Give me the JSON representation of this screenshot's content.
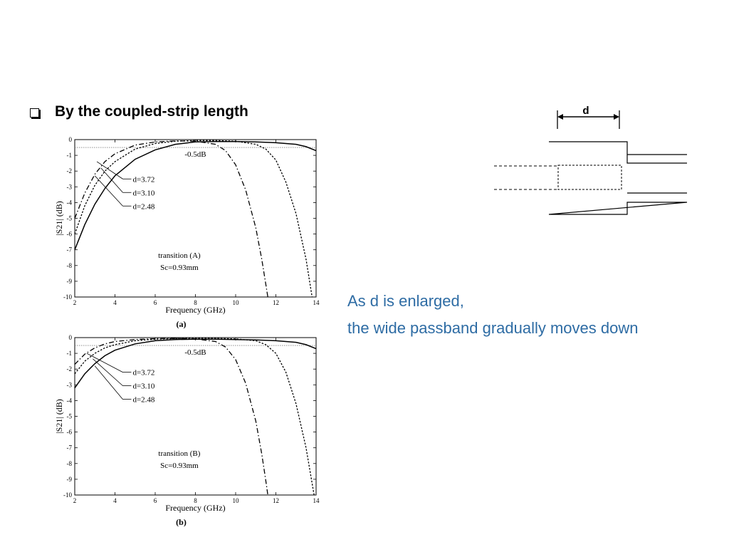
{
  "slide": {
    "bullet": "By the coupled-strip length",
    "note_line1": "As d is enlarged,",
    "note_line2": "the wide passband gradually moves down"
  },
  "schematic": {
    "dimension_label": "d"
  },
  "colors": {
    "note": "#2E6CA4",
    "axis": "#000000",
    "reference_line": "#808080"
  },
  "chart_data": [
    {
      "type": "line",
      "panel_label": "(a)",
      "xlabel": "Frequency (GHz)",
      "ylabel": "|S21| (dB)",
      "xlim": [
        2,
        14
      ],
      "ylim": [
        -10,
        0
      ],
      "xticks": [
        2,
        4,
        6,
        8,
        10,
        12,
        14
      ],
      "yticks": [
        0,
        -1,
        -2,
        -3,
        -4,
        -5,
        -6,
        -7,
        -8,
        -9,
        -10
      ],
      "reference_line": {
        "y": -0.5,
        "label": "-0.5dB"
      },
      "annotation_lines": [
        "transition (A)",
        "Sc=0.93mm"
      ],
      "legend": [
        "d=3.72",
        "d=3.10",
        "d=2.48"
      ],
      "series": [
        {
          "name": "d=3.72",
          "style": "dash-dot",
          "x": [
            2,
            2.5,
            3,
            3.5,
            4,
            5,
            6,
            7,
            8,
            9,
            9.5,
            10,
            10.5,
            11,
            11.3,
            11.5,
            11.6
          ],
          "y": [
            -5.0,
            -3.4,
            -2.2,
            -1.4,
            -0.9,
            -0.35,
            -0.15,
            -0.08,
            -0.1,
            -0.3,
            -0.7,
            -1.6,
            -3.2,
            -5.6,
            -7.6,
            -9.2,
            -10
          ]
        },
        {
          "name": "d=3.10",
          "style": "dotted",
          "x": [
            2,
            2.5,
            3,
            3.5,
            4,
            5,
            6,
            7,
            8,
            9,
            10,
            11,
            11.5,
            12,
            12.5,
            13,
            13.5,
            13.8
          ],
          "y": [
            -6.0,
            -4.2,
            -2.9,
            -2.0,
            -1.4,
            -0.6,
            -0.25,
            -0.1,
            -0.06,
            -0.06,
            -0.1,
            -0.3,
            -0.6,
            -1.3,
            -2.7,
            -4.7,
            -7.6,
            -10
          ]
        },
        {
          "name": "d=2.48",
          "style": "solid",
          "x": [
            2,
            2.5,
            3,
            3.5,
            4,
            5,
            6,
            7,
            8,
            9,
            10,
            11,
            12,
            12.5,
            13,
            13.5,
            14
          ],
          "y": [
            -7.0,
            -5.4,
            -4.1,
            -3.1,
            -2.3,
            -1.25,
            -0.65,
            -0.3,
            -0.15,
            -0.12,
            -0.12,
            -0.15,
            -0.2,
            -0.25,
            -0.3,
            -0.45,
            -0.7
          ]
        }
      ]
    },
    {
      "type": "line",
      "panel_label": "(b)",
      "xlabel": "Frequency (GHz)",
      "ylabel": "|S21| (dB)",
      "xlim": [
        2,
        14
      ],
      "ylim": [
        -10,
        0
      ],
      "xticks": [
        2,
        4,
        6,
        8,
        10,
        12,
        14
      ],
      "yticks": [
        0,
        -1,
        -2,
        -3,
        -4,
        -5,
        -6,
        -7,
        -8,
        -9,
        -10
      ],
      "reference_line": {
        "y": -0.5,
        "label": "-0.5dB"
      },
      "annotation_lines": [
        "transition (B)",
        "Sc=0.93mm"
      ],
      "legend": [
        "d=3.72",
        "d=3.10",
        "d=2.48"
      ],
      "series": [
        {
          "name": "d=3.72",
          "style": "dash-dot",
          "x": [
            2,
            2.5,
            3,
            3.5,
            4,
            5,
            6,
            7,
            8,
            9,
            9.5,
            10,
            10.5,
            11,
            11.3,
            11.5,
            11.6
          ],
          "y": [
            -1.7,
            -1.05,
            -0.65,
            -0.4,
            -0.25,
            -0.12,
            -0.07,
            -0.05,
            -0.08,
            -0.25,
            -0.6,
            -1.4,
            -2.9,
            -5.3,
            -7.4,
            -9.1,
            -10
          ]
        },
        {
          "name": "d=3.10",
          "style": "dotted",
          "x": [
            2,
            2.5,
            3,
            3.5,
            4,
            5,
            6,
            7,
            8,
            9,
            10,
            11,
            11.5,
            12,
            12.5,
            13,
            13.5,
            13.9
          ],
          "y": [
            -2.3,
            -1.5,
            -1.0,
            -0.65,
            -0.45,
            -0.2,
            -0.1,
            -0.06,
            -0.05,
            -0.05,
            -0.08,
            -0.2,
            -0.45,
            -1.0,
            -2.2,
            -4.2,
            -7.0,
            -10
          ]
        },
        {
          "name": "d=2.48",
          "style": "solid",
          "x": [
            2,
            2.5,
            3,
            3.5,
            4,
            5,
            6,
            7,
            8,
            9,
            10,
            11,
            12,
            12.5,
            13,
            13.5,
            14
          ],
          "y": [
            -3.2,
            -2.3,
            -1.65,
            -1.15,
            -0.8,
            -0.4,
            -0.2,
            -0.12,
            -0.1,
            -0.1,
            -0.12,
            -0.15,
            -0.2,
            -0.25,
            -0.3,
            -0.45,
            -0.7
          ]
        }
      ]
    }
  ]
}
